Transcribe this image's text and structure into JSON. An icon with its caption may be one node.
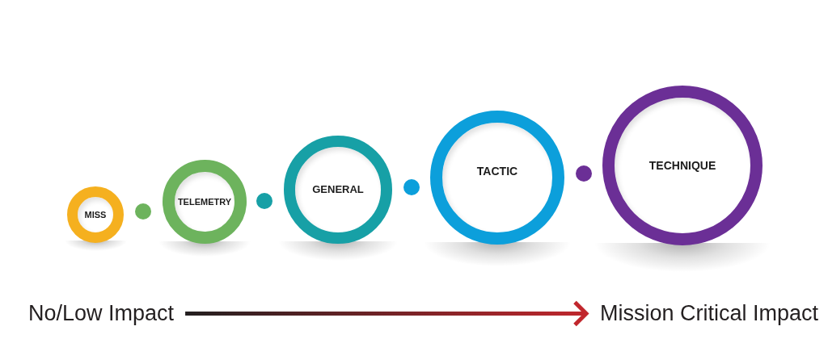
{
  "diagram": {
    "nodes": [
      {
        "text": [
          "MISS"
        ]
      },
      {
        "text": [
          "TELEMETRY"
        ]
      },
      {
        "text": [
          "GENERAL"
        ]
      },
      {
        "text": [
          "TACTIC"
        ]
      },
      {
        "text": [
          "TECHNIQUE"
        ]
      },
      {
        "text": [
          "No/Low Impact"
        ]
      },
      {
        "text": [
          "Mission Critical Impact"
        ]
      }
    ],
    "edges": [
      {
        "from": 5,
        "to": 6,
        "arrow": "to"
      }
    ]
  }
}
